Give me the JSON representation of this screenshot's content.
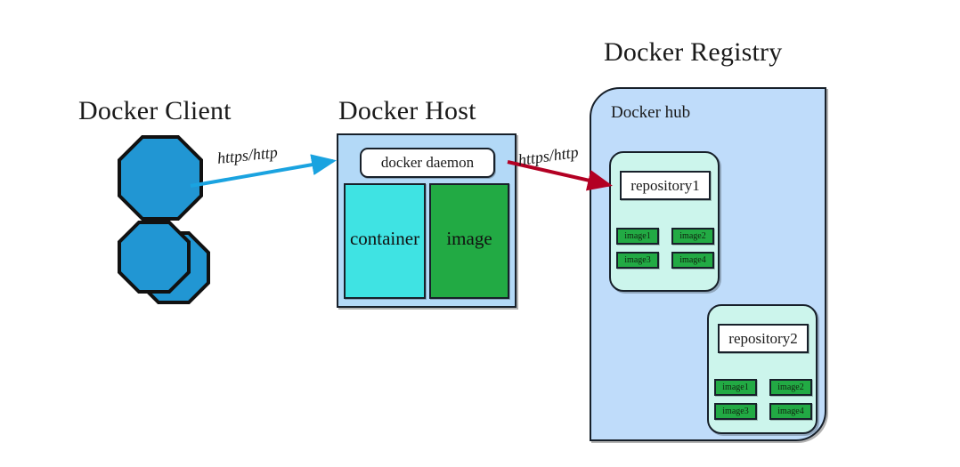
{
  "diagram": {
    "title_client": "Docker Client",
    "title_host": "Docker Host",
    "title_registry": "Docker Registry"
  },
  "client": {
    "shape_name": "octagon",
    "shape_fill": "#2196d3",
    "shape_stroke": "#111111",
    "groups": [
      {
        "id": "single",
        "count": 1
      },
      {
        "id": "stacked",
        "count": 2
      }
    ]
  },
  "arrows": [
    {
      "id": "client-to-host",
      "label": "https/http",
      "color": "#1aa3e0",
      "from": "Docker Client",
      "to": "Docker Host"
    },
    {
      "id": "host-to-registry",
      "label": "https/http",
      "color": "#b30023",
      "from": "Docker Host",
      "to": "Docker Registry"
    }
  ],
  "host": {
    "fill": "#b3d9f7",
    "daemon_label": "docker daemon",
    "panels": [
      {
        "id": "container",
        "label": "container",
        "color": "#3fe3e3"
      },
      {
        "id": "image",
        "label": "image",
        "color": "#22aa44"
      }
    ]
  },
  "registry": {
    "hub_label": "Docker hub",
    "hub_fill": "#bfdcfa",
    "repo_fill": "#ccf5ec",
    "image_chip_color": "#22aa44",
    "repositories": [
      {
        "id": "repository1",
        "title": "repository1",
        "images": [
          "image1",
          "image2",
          "image3",
          "image4"
        ]
      },
      {
        "id": "repository2",
        "title": "repository2",
        "images": [
          "image1",
          "image2",
          "image3",
          "image4"
        ]
      }
    ]
  }
}
